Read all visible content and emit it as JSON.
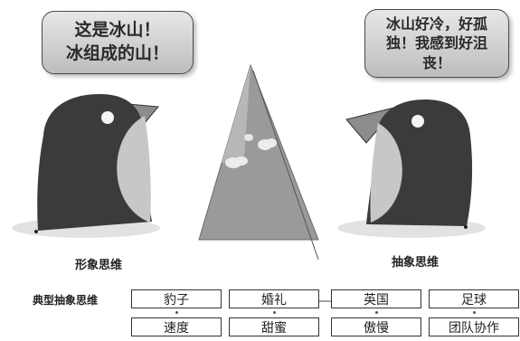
{
  "bubble_left": {
    "line1": "这是冰山！",
    "line2": "冰组成的山！"
  },
  "bubble_right": {
    "line1": "冰山好冷，好孤",
    "line2": "独！我感到好沮",
    "line3": "丧！"
  },
  "captions": {
    "left": "形象思维",
    "right": "抽象思维"
  },
  "row_label": "典型抽象思维",
  "pairs": [
    {
      "top": "豹子",
      "bottom": "速度"
    },
    {
      "top": "婚礼",
      "bottom": "甜蜜"
    },
    {
      "top": "英国",
      "bottom": "傲慢"
    },
    {
      "top": "足球",
      "bottom": "团队协作"
    }
  ],
  "colors": {
    "penguin_body": "#3b3b3b",
    "penguin_belly": "#c7c7c7",
    "iceberg": "#9a9a9a",
    "bubble_fill": "#cfcfcf"
  }
}
